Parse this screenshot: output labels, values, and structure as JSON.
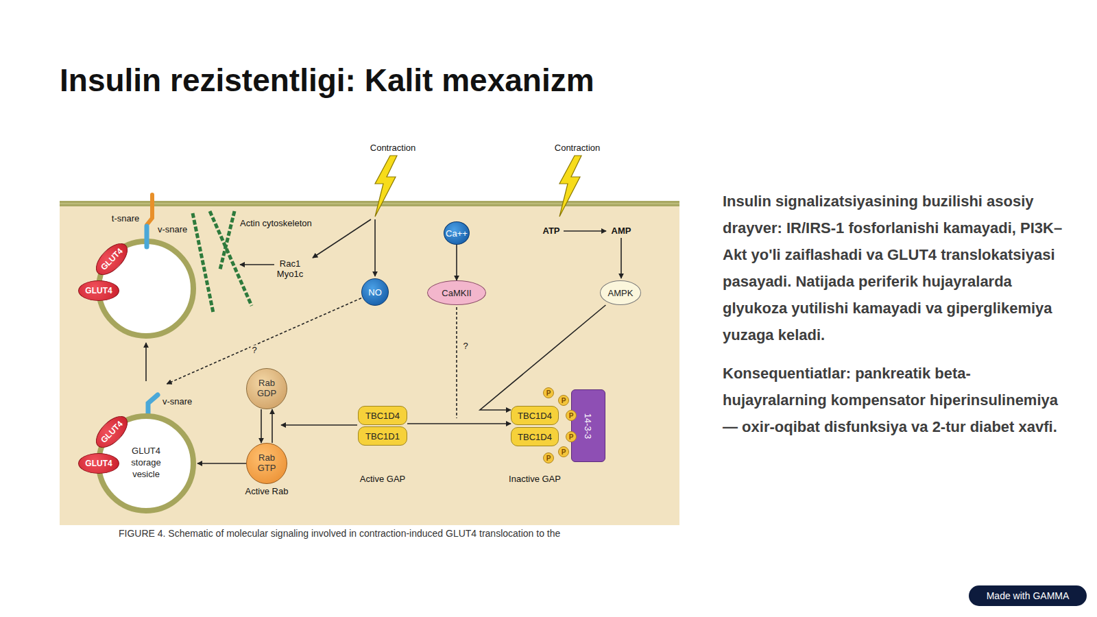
{
  "diagram": {
    "title": "Insulin rezistentligi: Kalit mexanizm",
    "caption": "FIGURE 4. Schematic of molecular signaling involved in contraction-induced GLUT4 translocation to the",
    "nodes": [
      {
        "text": [
          "GLUT4"
        ]
      },
      {
        "text": [
          "GLUT4"
        ]
      },
      {
        "text": [
          "Ca++"
        ]
      },
      {
        "text": [
          "NO"
        ]
      },
      {
        "text": [
          "CaMKII"
        ]
      },
      {
        "text": [
          "AMPK"
        ]
      },
      {
        "text": [
          "Rab GDP"
        ]
      },
      {
        "text": [
          "TBC1D4"
        ]
      },
      {
        "text": [
          "TBC1D1"
        ]
      },
      {
        "text": [
          "TBC1D4"
        ]
      },
      {
        "text": [
          "TBC1D4"
        ]
      },
      {
        "text": [
          "14-3-3"
        ]
      },
      {
        "text": [
          "P"
        ]
      },
      {
        "text": [
          "P"
        ]
      },
      {
        "text": [
          "P"
        ]
      },
      {
        "text": [
          "P"
        ]
      },
      {
        "text": [
          "P"
        ]
      },
      {
        "text": [
          "P"
        ]
      },
      {
        "text": [
          "GLUT4 storage vesicle"
        ]
      },
      {
        "text": [
          "GLUT4"
        ]
      },
      {
        "text": [
          "GLUT4"
        ]
      },
      {
        "text": [
          "Rab GTP",
          "Active Rab"
        ]
      },
      {
        "text": [
          "Made with GAMMA"
        ]
      }
    ],
    "edges": [
      {
        "from": 2,
        "to": 4,
        "arrow": "to"
      },
      {
        "from": 3,
        "to": 18,
        "label": "?",
        "arrow": "to"
      },
      {
        "from": 6,
        "to": 21,
        "arrow": "to"
      },
      {
        "from": 21,
        "to": 6,
        "arrow": "to"
      },
      {
        "from": 21,
        "to": 18,
        "arrow": "to"
      },
      {
        "from": 7,
        "to": 9,
        "arrow": "to"
      },
      {
        "from": 5,
        "to": 9,
        "arrow": "to"
      }
    ],
    "labels": [
      "Contraction",
      "Contraction",
      "t-snare",
      "v-snare",
      "Actin cytoskeleton",
      "Rac1 Myo1c",
      "ATP",
      "AMP",
      "?",
      "v-snare",
      "Active GAP",
      "Inactive GAP",
      "Insulin signalizatsiyasining buzilishi asosiy drayver: IR/IRS-1 fosforlanishi kamayadi, PI3K–Akt yo'li zaiflashadi va GLUT4 translokatsiyasi pasayadi. Natijada periferik hujayralarda glyukoza yutilishi kamayadi va giperglikemiya yuzaga keladi.",
      "Konsequentiatlar: pankreatik beta-hujayralarning kompensator hiperinsulinemiya — oxir-oqibat disfunksiya va 2-tur diabet xavfi."
    ]
  }
}
